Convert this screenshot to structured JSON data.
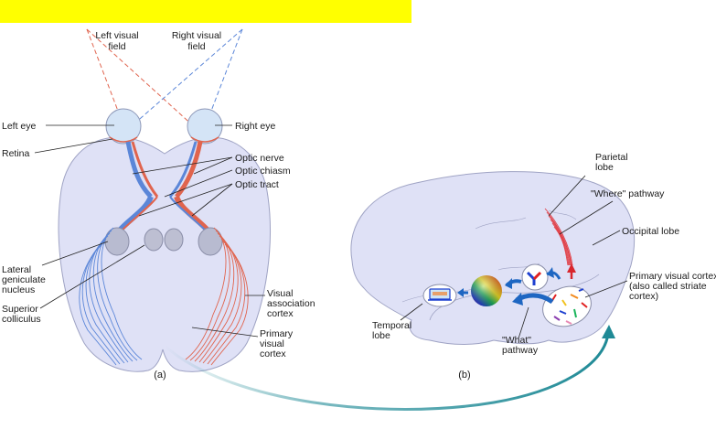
{
  "colors": {
    "banner": "#ffff00",
    "brain_fill": "#dfe1f6",
    "brain_stroke": "#9fa3c4",
    "left_pathway": "#5b86d8",
    "right_pathway": "#e0644e",
    "arrow_teal": "#1f8a96",
    "blue_arrow": "#1e66c2"
  },
  "panel_a": {
    "caption": "(a)",
    "labels": {
      "left_visual_field": [
        "Left visual",
        "field"
      ],
      "right_visual_field": [
        "Right visual",
        "field"
      ],
      "left_eye": "Left eye",
      "retina": "Retina",
      "right_eye": "Right eye",
      "optic_nerve": "Optic nerve",
      "optic_chiasm": "Optic chiasm",
      "optic_tract": "Optic tract",
      "lateral_geniculate_nucleus": [
        "Lateral",
        "geniculate",
        "nucleus"
      ],
      "superior_colliculus": [
        "Superior",
        "colliculus"
      ],
      "visual_association_cortex": [
        "Visual",
        "association",
        "cortex"
      ],
      "primary_visual_cortex": [
        "Primary",
        "visual",
        "cortex"
      ]
    }
  },
  "panel_b": {
    "caption": "(b)",
    "labels": {
      "parietal_lobe": [
        "Parietal",
        "lobe"
      ],
      "where_pathway": "\"Where\" pathway",
      "occipital_lobe": "Occipital lobe",
      "primary_visual_cortex": [
        "Primary visual cortex",
        "(also called striate",
        "cortex)"
      ],
      "temporal_lobe": [
        "Temporal",
        "lobe"
      ],
      "what_pathway": [
        "\"What\"",
        "pathway"
      ]
    }
  }
}
